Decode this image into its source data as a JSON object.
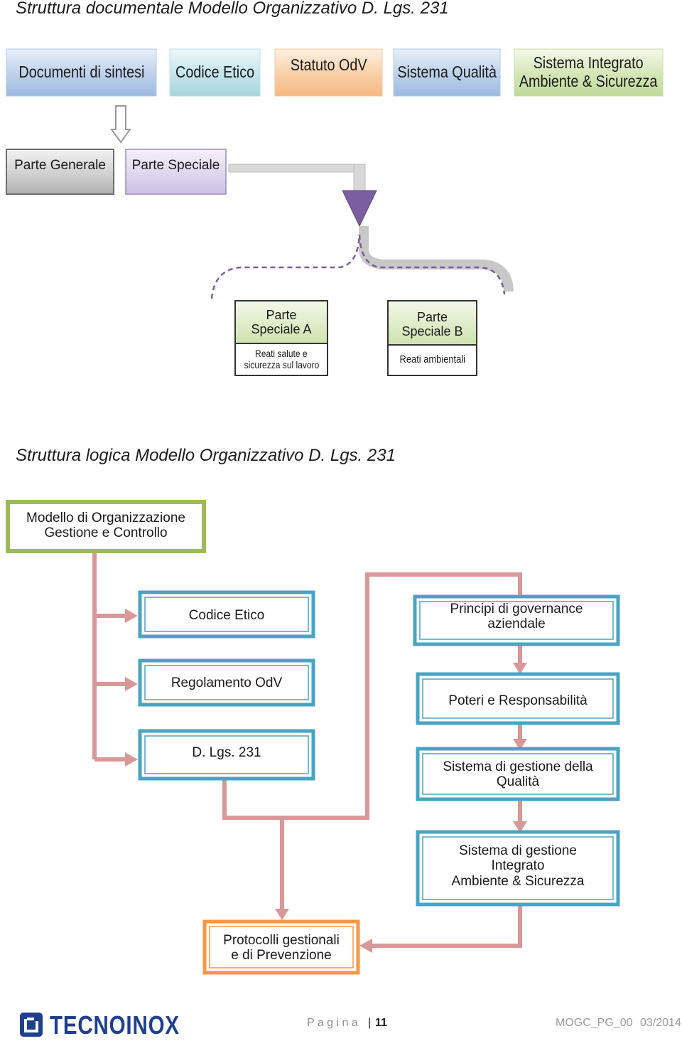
{
  "titles": {
    "doc_structure": "Struttura documentale Modello Organizzativo D. Lgs. 231",
    "logic_structure": "Struttura logica Modello Organizzativo D. Lgs. 231"
  },
  "documents": {
    "sintesi": "Documenti di sintesi",
    "codice_etico": "Codice Etico",
    "statuto": "Statuto OdV",
    "qualita": "Sistema Qualità",
    "integrato_1": "Sistema Integrato",
    "integrato_2": "Ambiente & Sicurezza"
  },
  "parts": {
    "generale": "Parte Generale",
    "speciale": "Parte Speciale",
    "a_title_1": "Parte",
    "a_title_2": "Speciale A",
    "a_desc_1": "Reati salute e",
    "a_desc_2": "sicurezza sul lavoro",
    "b_title_1": "Parte",
    "b_title_2": "Speciale B",
    "b_desc": "Reati ambientali"
  },
  "logic": {
    "model_1": "Modello di Organizzazione",
    "model_2": "Gestione e Controllo",
    "codice": "Codice Etico",
    "regolamento": "Regolamento OdV",
    "dlgs": "D. Lgs. 231",
    "principi_1": "Principi di governance",
    "principi_2": "aziendale",
    "poteri": "Poteri e Responsabilità",
    "sgq_1": "Sistema di gestione della",
    "sgq_2": "Qualità",
    "sgi_1": "Sistema di gestione",
    "sgi_2": "Integrato",
    "sgi_3": "Ambiente & Sicurezza",
    "protocolli_1": "Protocolli gestionali",
    "protocolli_2": "e di Prevenzione"
  },
  "footer": {
    "logo": "TECNOINOX",
    "page_label": "P a g i n a",
    "separator": "|",
    "page_number": "11",
    "doc_code": "MOGC_PG_00",
    "date": "03/2014"
  },
  "colors": {
    "pink_connector": "#d99797",
    "blue_border": "#4aa3c3",
    "green_border": "#9bbb59",
    "orange_border": "#f79646",
    "purple_arrow": "#7b5ea0"
  }
}
